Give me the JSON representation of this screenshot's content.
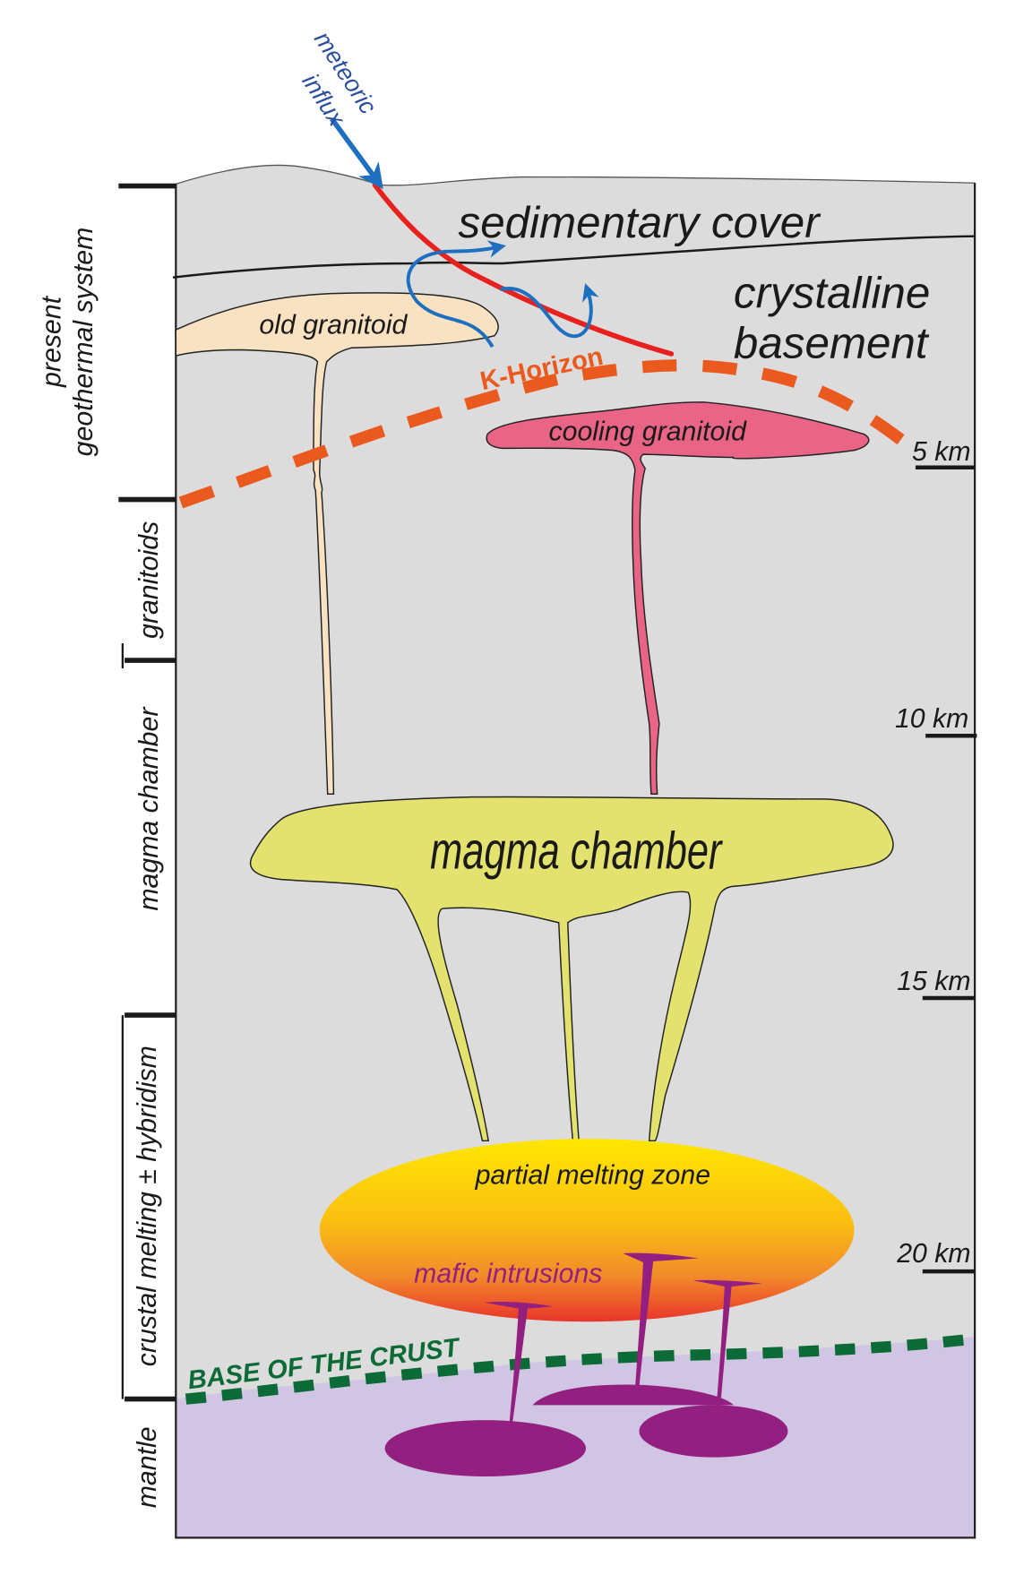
{
  "figure": {
    "type": "geological cross-section",
    "colors": {
      "crust": "#dcdcdc",
      "mantle": "#d0c6e4",
      "old_granitoid": "#f9e2c2",
      "cooling_granitoid": "#ea6585",
      "magma_chamber": "#e3e26f",
      "partial_melt_top": "#ffe600",
      "partial_melt_bottom": "#e8352a",
      "mafic": "#931f80",
      "k_horizon": "#ea5a1e",
      "fault": "#e8201e",
      "meteoric": "#1f6fc0",
      "base_of_crust": "#0c6a37"
    }
  },
  "top_annotation": {
    "meteoric_line1": "meteoric",
    "meteoric_line2": "influx"
  },
  "layers": {
    "sedimentary_cover": "sedimentary cover",
    "crystalline_line1": "crystalline",
    "crystalline_line2": "basement"
  },
  "bodies": {
    "old_granitoid": "old granitoid",
    "cooling_granitoid": "cooling granitoid",
    "magma_chamber": "magma chamber",
    "partial_melting_zone": "partial melting zone",
    "mafic_intrusions": "mafic intrusions"
  },
  "boundaries": {
    "k_horizon": "K-Horizon",
    "base_of_crust": "BASE OF THE CRUST"
  },
  "depth_scale": [
    {
      "label": "5 km",
      "depth_km": 5
    },
    {
      "label": "10 km",
      "depth_km": 10
    },
    {
      "label": "15 km",
      "depth_km": 15
    },
    {
      "label": "20 km",
      "depth_km": 20
    }
  ],
  "side_zones": [
    {
      "line1": "present",
      "line2": "geothermal system"
    },
    {
      "line1": "granitoids"
    },
    {
      "line1": "magma chamber"
    },
    {
      "line1": "crustal melting ± hybridism"
    },
    {
      "line1": "mantle"
    }
  ]
}
